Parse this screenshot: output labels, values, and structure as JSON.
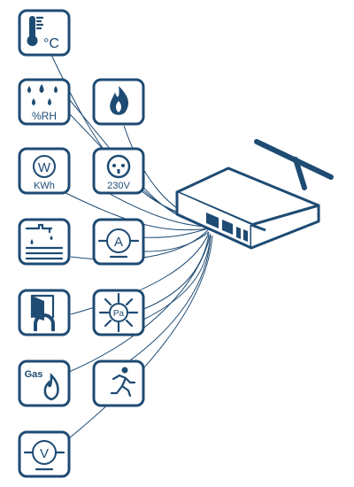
{
  "colors": {
    "ink": "#1e4b73",
    "background": "#ffffff"
  },
  "icons": {
    "temperature": {
      "name": "thermometer-icon",
      "label": "°C"
    },
    "humidity": {
      "name": "humidity-drops-icon",
      "label": "%RH"
    },
    "fire": {
      "name": "fire-icon"
    },
    "power_meter": {
      "name": "power-meter-icon",
      "symbol": "W",
      "label": "KWh"
    },
    "socket": {
      "name": "power-socket-icon",
      "label": "230V"
    },
    "water_leak": {
      "name": "water-leak-icon"
    },
    "current": {
      "name": "ammeter-icon",
      "symbol": "A"
    },
    "door": {
      "name": "door-contact-icon"
    },
    "pressure": {
      "name": "pressure-sensor-icon",
      "symbol": "Pa"
    },
    "gas": {
      "name": "gas-flame-icon",
      "label": "Gas"
    },
    "motion": {
      "name": "running-person-icon"
    },
    "voltage": {
      "name": "voltmeter-icon",
      "symbol": "V"
    }
  },
  "device": {
    "name": "monitoring-unit-with-antenna"
  }
}
